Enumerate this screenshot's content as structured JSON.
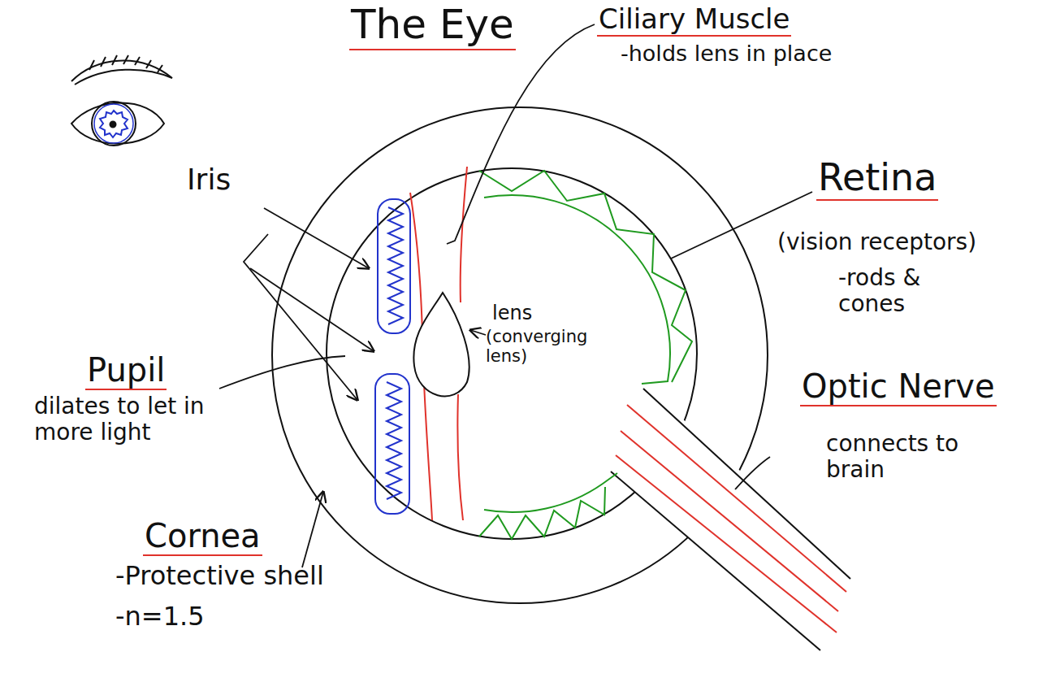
{
  "diagram": {
    "title": "The Eye",
    "labels": [
      "Ciliary Muscle",
      "-holds lens in place",
      "Retina",
      "(vision receptors)",
      "-rods & cones",
      "Iris",
      "lens",
      "(converging lens)",
      "Pupil",
      "dilates to let in more light",
      "Cornea",
      "-Protective shell",
      "-n=1.5",
      "Optic Nerve",
      "connects to brain"
    ]
  }
}
